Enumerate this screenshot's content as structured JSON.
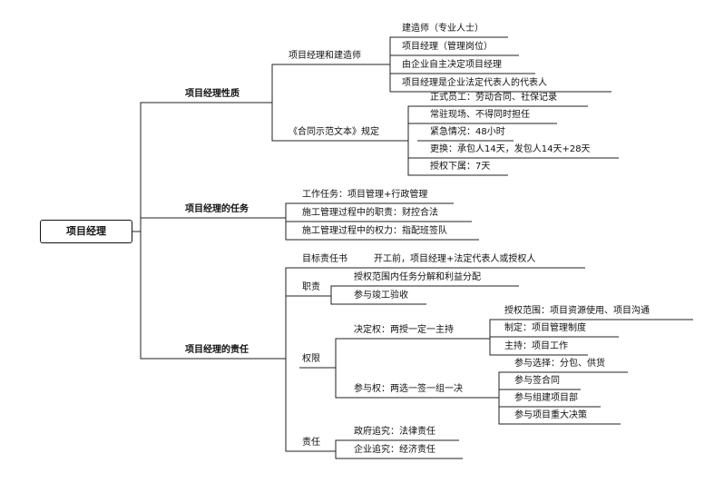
{
  "root": "项目经理",
  "branches": {
    "nature": {
      "label": "项目经理性质",
      "g1": {
        "label": "项目经理和建造师",
        "items": [
          "建造师（专业人士）",
          "项目经理（管理岗位）",
          "由企业自主决定项目经理",
          "项目经理是企业法定代表人的代表人"
        ]
      },
      "g2": {
        "label": "《合同示范文本》规定",
        "items": [
          "正式员工：劳动合同、社保记录",
          "常驻现场、不得同时担任",
          "紧急情况：48小时",
          "更换：承包人14天，发包人14天+28天",
          "授权下属：7天"
        ]
      }
    },
    "tasks": {
      "label": "项目经理的任务",
      "items": [
        "工作任务：项目管理+行政管理",
        "施工管理过程中的职责：财控合法",
        "施工管理过程中的权力：指配班签队"
      ]
    },
    "resp": {
      "label": "项目经理的责任",
      "target": {
        "label": "目标责任书",
        "note": "开工前，项目经理+法定代表人或授权人"
      },
      "duty": {
        "label": "职责",
        "items": [
          "授权范围内任务分解和利益分配",
          "参与竣工验收"
        ]
      },
      "power": {
        "label": "权限",
        "decide": {
          "label": "决定权：两授一定一主持",
          "items": [
            "授权范围：项目资源使用、项目沟通",
            "制定：项目管理制度",
            "主持：项目工作"
          ]
        },
        "participate": {
          "label": "参与权：两选一签一组一决",
          "items": [
            "参与选择：分包、供货",
            "参与签合同",
            "参与组建项目部",
            "参与项目重大决策"
          ]
        }
      },
      "liability": {
        "label": "责任",
        "items": [
          "政府追究：法律责任",
          "企业追究：经济责任"
        ]
      }
    }
  }
}
